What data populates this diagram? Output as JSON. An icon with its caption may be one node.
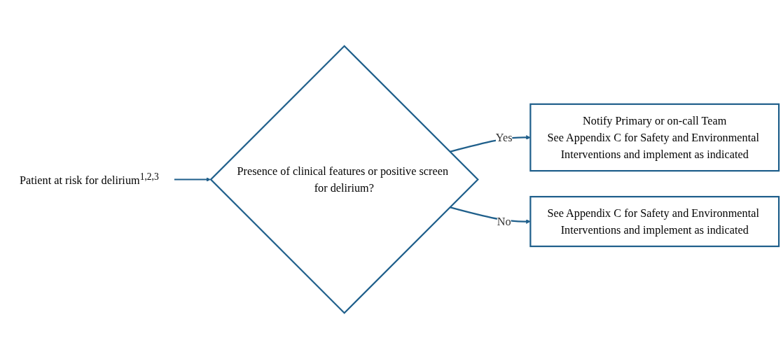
{
  "diagram": {
    "nodes": [
      {
        "text": [
          "Patient at risk for delirium$^{1,2,3}$"
        ]
      },
      {
        "text": [
          "Presence of clinical features or positive screen for delirium?"
        ]
      },
      {
        "text": [
          "Notify Primary or on-call Team",
          "See Appendix C for Safety and Environmental Interventions and implement as indicated"
        ]
      },
      {
        "text": [
          "See Appendix C for Safety and Environmental Interventions and implement as indicated"
        ]
      }
    ],
    "edges": [
      {
        "from": 0,
        "to": 1,
        "arrow": "to"
      },
      {
        "from": 1,
        "to": 2,
        "arrow": "to",
        "label": "Yes"
      },
      {
        "from": 1,
        "to": 3,
        "arrow": "to",
        "label": "No"
      }
    ]
  }
}
